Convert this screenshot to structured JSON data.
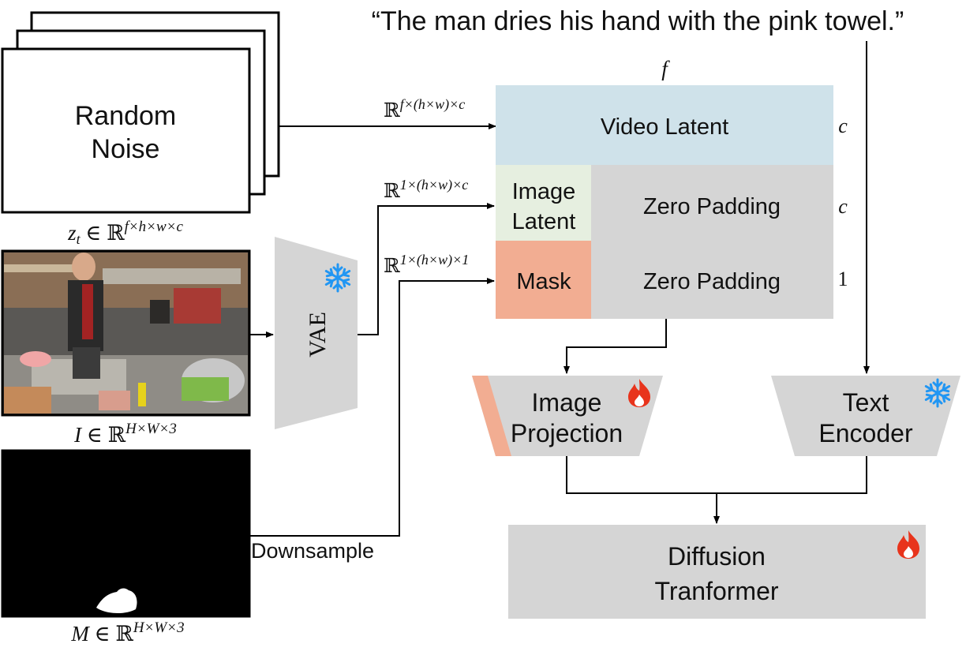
{
  "caption": "“The man dries his hand with the pink towel.”",
  "noise": {
    "line1": "Random",
    "line2": "Noise",
    "label_var": "z",
    "label_sub": "t",
    "label_in": "∈",
    "label_set": "ℝ",
    "label_sup": "f×h×w×c"
  },
  "image": {
    "label_var": "I",
    "label_in": "∈",
    "label_set": "ℝ",
    "label_sup": "H×W×3"
  },
  "mask_image": {
    "label_var": "M",
    "label_in": "∈",
    "label_set": "ℝ",
    "label_sup": "H×W×3"
  },
  "downsample": "Downsample",
  "vae": "VAE",
  "dims": {
    "video_set": "ℝ",
    "video_sup": "f×(h×w)×c",
    "image_set": "ℝ",
    "image_sup": "1×(h×w)×c",
    "mask_set": "ℝ",
    "mask_sup": "1×(h×w)×1"
  },
  "latents": {
    "f_label": "f",
    "video_latent": "Video Latent",
    "video_c": "c",
    "image_latent_1": "Image",
    "image_latent_2": "Latent",
    "zero_padding_1": "Zero Padding",
    "image_c": "c",
    "mask": "Mask",
    "zero_padding_2": "Zero Padding",
    "mask_dim": "1"
  },
  "image_projection": {
    "line1": "Image",
    "line2": "Projection"
  },
  "text_encoder": {
    "line1": "Text",
    "line2": "Encoder"
  },
  "diffusion": {
    "line1": "Diffusion",
    "line2": "Tranformer"
  },
  "colors": {
    "video_latent": "#cfe2ea",
    "image_latent": "#e6efe0",
    "mask": "#f2ad92",
    "padding": "#d5d5d5",
    "module": "#d5d5d5",
    "snowflake": "#2196f3",
    "flame": "#e8341c"
  }
}
